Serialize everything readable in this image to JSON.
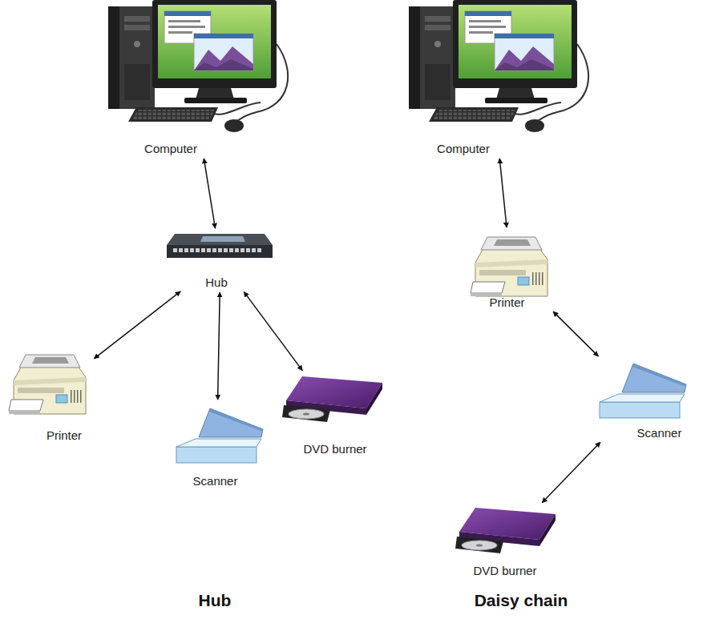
{
  "diagram": {
    "nodes": [
      {
        "text": [
          "Computer"
        ]
      },
      {
        "text": [
          "Hub"
        ]
      },
      {
        "text": [
          "Printer"
        ]
      },
      {
        "text": [
          "Scanner"
        ]
      },
      {
        "text": [
          "DVD burner"
        ]
      },
      {
        "text": [
          "Computer"
        ]
      },
      {
        "text": [
          "Printer"
        ]
      },
      {
        "text": [
          "Scanner"
        ]
      },
      {
        "text": [
          "DVD burner"
        ]
      }
    ],
    "edges": [
      {
        "from": 0,
        "to": 1,
        "arrow": "both"
      },
      {
        "from": 1,
        "to": 2,
        "arrow": "both"
      },
      {
        "from": 1,
        "to": 3,
        "arrow": "both"
      },
      {
        "from": 1,
        "to": 4,
        "arrow": "both"
      },
      {
        "from": 5,
        "to": 6,
        "arrow": "both"
      },
      {
        "from": 6,
        "to": 7,
        "arrow": "both"
      },
      {
        "from": 7,
        "to": 8,
        "arrow": "both"
      }
    ],
    "labels": [
      "Hub",
      "Daisy chain"
    ]
  }
}
